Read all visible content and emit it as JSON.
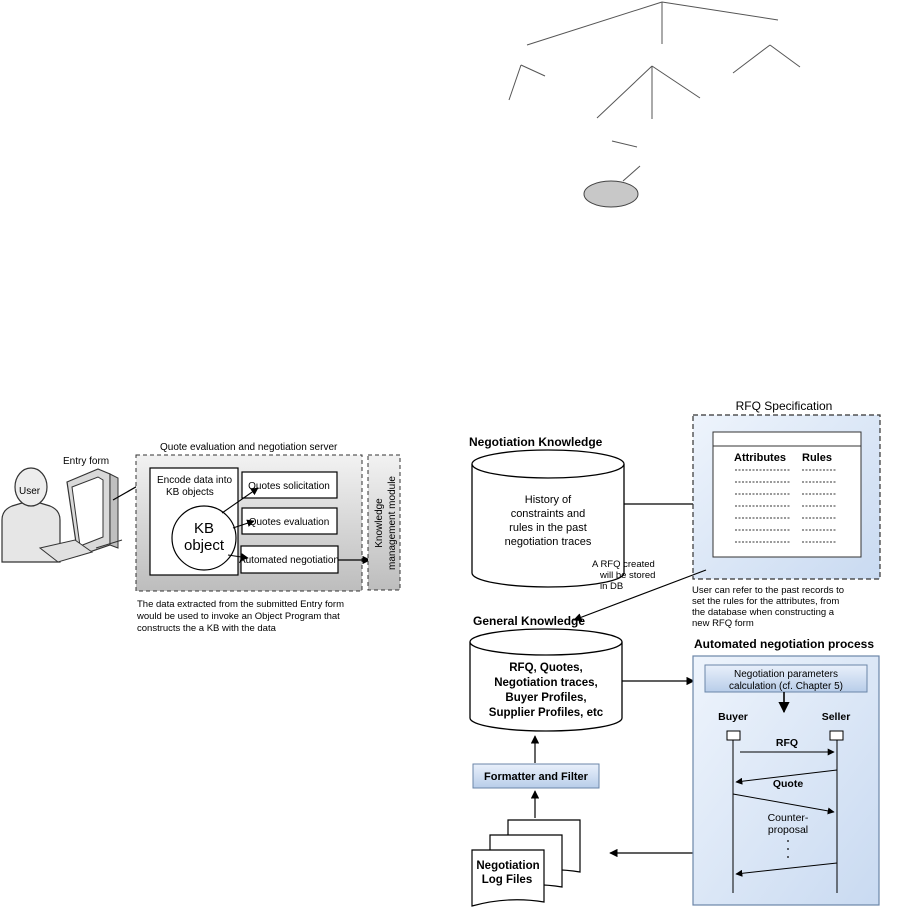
{
  "left_diagram": {
    "user_label": "User",
    "entry_form_label": "Entry form",
    "server_title": "Quote evaluation and negotiation server",
    "encode_line1": "Encode data into",
    "encode_line2": "KB objects",
    "kb_line1": "KB",
    "kb_line2": "object",
    "box_quotes_solicitation": "Quotes solicitation",
    "box_quotes_evaluation": "Quotes evaluation",
    "box_automated_negotiation": "Automated negotiation",
    "km_line1": "Knowledge",
    "km_line2": "management module",
    "caption_line1": "The data extracted from the submitted Entry form",
    "caption_line2": "would be used to invoke an Object Program that",
    "caption_line3": "constructs the a KB with the data"
  },
  "right_diagram": {
    "negotiation_knowledge_title": "Negotiation Knowledge",
    "history_line1": "History of",
    "history_line2": "constraints and",
    "history_line3": "rules in the past",
    "history_line4": "negotiation traces",
    "rfq_spec_title": "RFQ Specification",
    "col_attributes": "Attributes",
    "col_rules": "Rules",
    "rfq_created_line1": "A RFQ created",
    "rfq_created_line2": "will be stored",
    "rfq_created_line3": "in DB",
    "refer_line1": "User can refer to the past records to",
    "refer_line2": "set the rules for the attributes, from",
    "refer_line3": "the database when constructing a",
    "refer_line4": "new RFQ form",
    "general_knowledge_title": "General Knowledge",
    "gk_line1": "RFQ, Quotes,",
    "gk_line2": "Negotiation traces,",
    "gk_line3": "Buyer Profiles,",
    "gk_line4": "Supplier Profiles, etc",
    "formatter_label": "Formatter and Filter",
    "log_line1": "Negotiation",
    "log_line2": "Log Files",
    "auto_process_title": "Automated negotiation process",
    "params_line1": "Negotiation parameters",
    "params_line2": "calculation (cf. Chapter 5)",
    "buyer_label": "Buyer",
    "seller_label": "Seller",
    "msg_rfq": "RFQ",
    "msg_quote": "Quote",
    "msg_counter_line1": "Counter-",
    "msg_counter_line2": "proposal"
  },
  "colors": {
    "panel_fill": "#dde8f7",
    "grey_panel": "#cfcfcf",
    "ellipse_fill": "#c8c8c8"
  }
}
